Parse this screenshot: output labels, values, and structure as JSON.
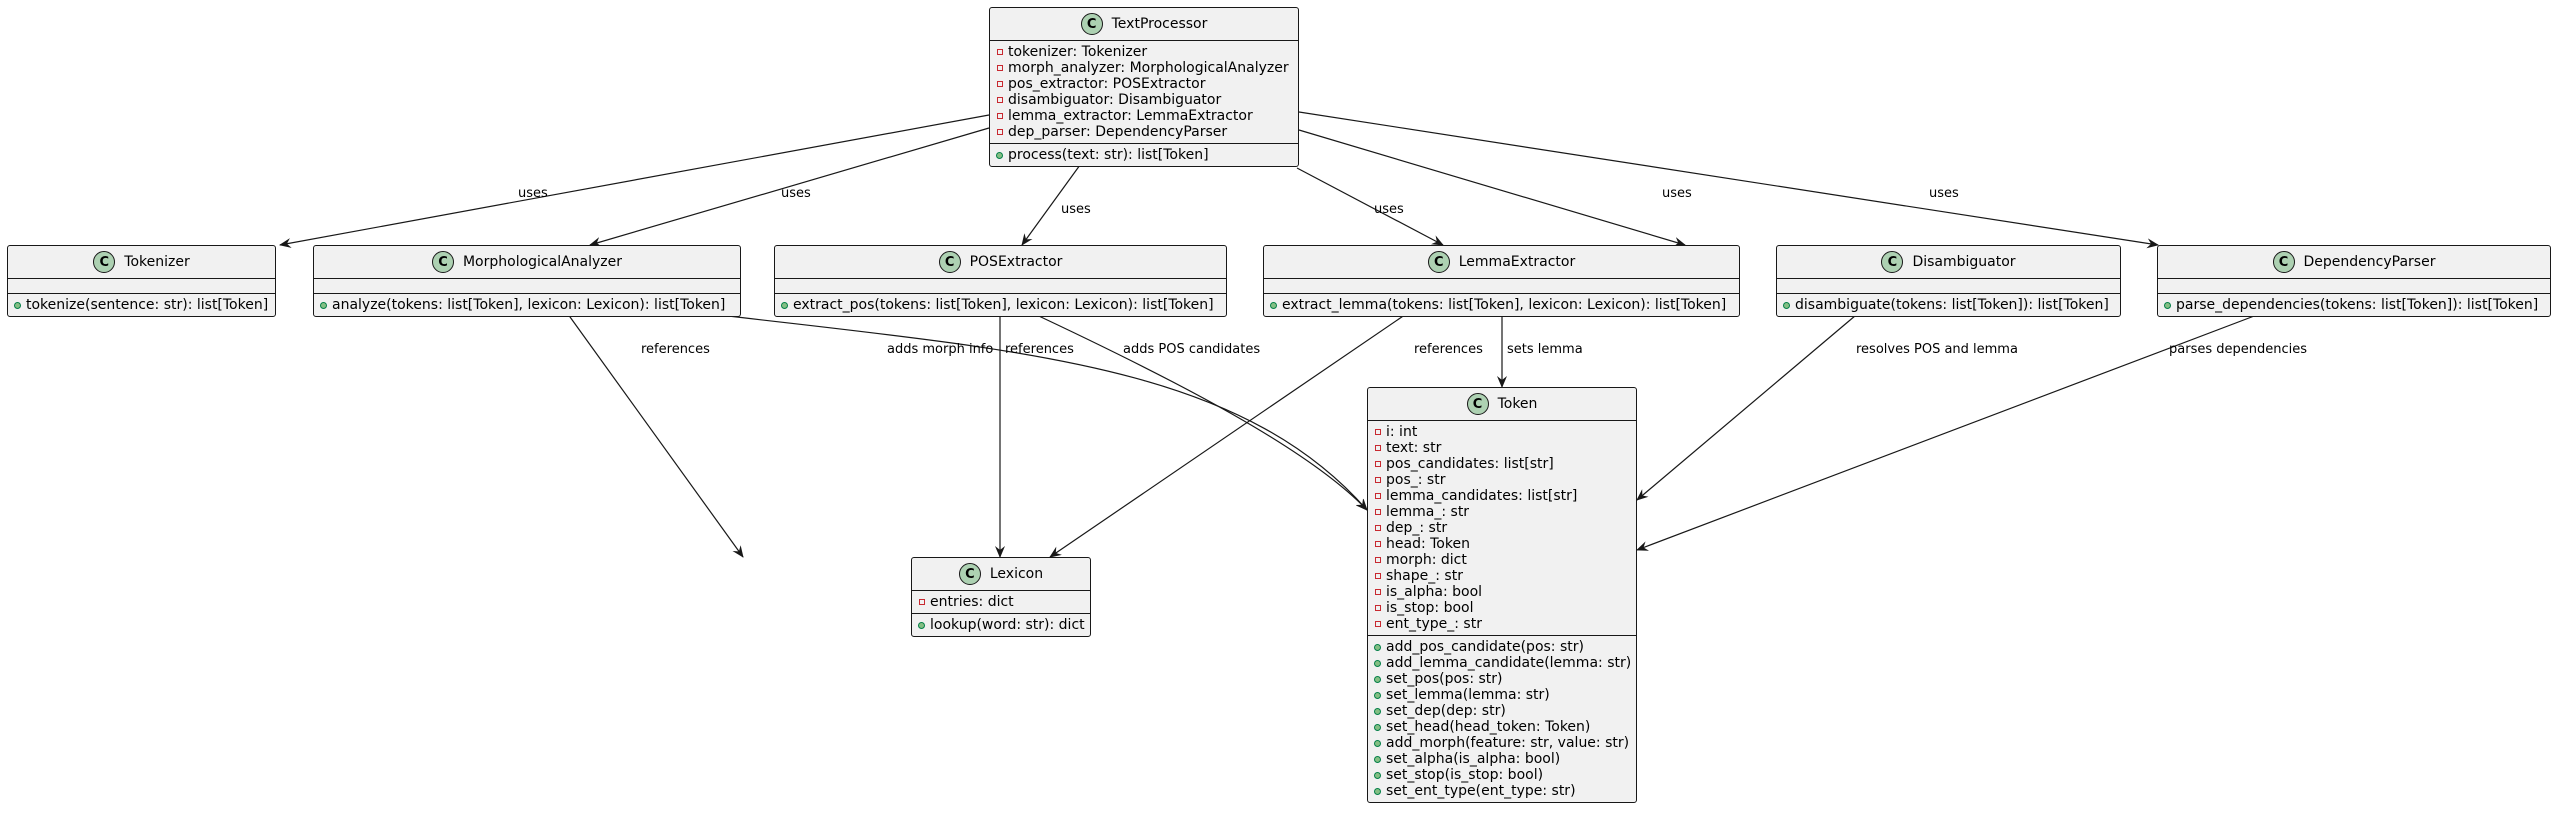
{
  "classes": {
    "TextProcessor": {
      "name": "TextProcessor",
      "badge": "C",
      "attributes": [
        "tokenizer: Tokenizer",
        "morph_analyzer: MorphologicalAnalyzer",
        "pos_extractor: POSExtractor",
        "disambiguator: Disambiguator",
        "lemma_extractor: LemmaExtractor",
        "dep_parser: DependencyParser"
      ],
      "methods": [
        "process(text: str): list[Token]"
      ]
    },
    "Tokenizer": {
      "name": "Tokenizer",
      "badge": "C",
      "attributes": [],
      "methods": [
        "tokenize(sentence: str): list[Token]"
      ]
    },
    "MorphologicalAnalyzer": {
      "name": "MorphologicalAnalyzer",
      "badge": "C",
      "attributes": [],
      "methods": [
        "analyze(tokens: list[Token], lexicon: Lexicon): list[Token]"
      ]
    },
    "POSExtractor": {
      "name": "POSExtractor",
      "badge": "C",
      "attributes": [],
      "methods": [
        "extract_pos(tokens: list[Token], lexicon: Lexicon): list[Token]"
      ]
    },
    "LemmaExtractor": {
      "name": "LemmaExtractor",
      "badge": "C",
      "attributes": [],
      "methods": [
        "extract_lemma(tokens: list[Token], lexicon: Lexicon): list[Token]"
      ]
    },
    "Disambiguator": {
      "name": "Disambiguator",
      "badge": "C",
      "attributes": [],
      "methods": [
        "disambiguate(tokens: list[Token]): list[Token]"
      ]
    },
    "DependencyParser": {
      "name": "DependencyParser",
      "badge": "C",
      "attributes": [],
      "methods": [
        "parse_dependencies(tokens: list[Token]): list[Token]"
      ]
    },
    "Lexicon": {
      "name": "Lexicon",
      "badge": "C",
      "attributes": [
        "entries: dict"
      ],
      "methods": [
        "lookup(word: str): dict"
      ]
    },
    "Token": {
      "name": "Token",
      "badge": "C",
      "attributes": [
        "i: int",
        "text: str",
        "pos_candidates: list[str]",
        "pos_: str",
        "lemma_candidates: list[str]",
        "lemma_: str",
        "dep_: str",
        "head: Token",
        "morph: dict",
        "shape_: str",
        "is_alpha: bool",
        "is_stop: bool",
        "ent_type_: str"
      ],
      "methods": [
        "add_pos_candidate(pos: str)",
        "add_lemma_candidate(lemma: str)",
        "set_pos(pos: str)",
        "set_lemma(lemma: str)",
        "set_dep(dep: str)",
        "set_head(head_token: Token)",
        "add_morph(feature: str, value: str)",
        "set_alpha(is_alpha: bool)",
        "set_stop(is_stop: bool)",
        "set_ent_type(ent_type: str)"
      ]
    }
  },
  "edges": [
    {
      "from": "TextProcessor",
      "to": "Tokenizer",
      "label": "uses"
    },
    {
      "from": "TextProcessor",
      "to": "MorphologicalAnalyzer",
      "label": "uses"
    },
    {
      "from": "TextProcessor",
      "to": "POSExtractor",
      "label": "uses"
    },
    {
      "from": "TextProcessor",
      "to": "LemmaExtractor",
      "label": "uses"
    },
    {
      "from": "TextProcessor",
      "to": "Disambiguator",
      "label": "uses"
    },
    {
      "from": "TextProcessor",
      "to": "DependencyParser",
      "label": "uses"
    },
    {
      "from": "MorphologicalAnalyzer",
      "to": "Lexicon",
      "label": "references"
    },
    {
      "from": "MorphologicalAnalyzer",
      "to": "Token",
      "label": "adds morph info"
    },
    {
      "from": "POSExtractor",
      "to": "Lexicon",
      "label": "references"
    },
    {
      "from": "POSExtractor",
      "to": "Token",
      "label": "adds POS candidates"
    },
    {
      "from": "LemmaExtractor",
      "to": "Lexicon",
      "label": "references"
    },
    {
      "from": "LemmaExtractor",
      "to": "Token",
      "label": "sets lemma"
    },
    {
      "from": "Disambiguator",
      "to": "Token",
      "label": "resolves POS and lemma"
    },
    {
      "from": "DependencyParser",
      "to": "Token",
      "label": "parses dependencies"
    }
  ]
}
